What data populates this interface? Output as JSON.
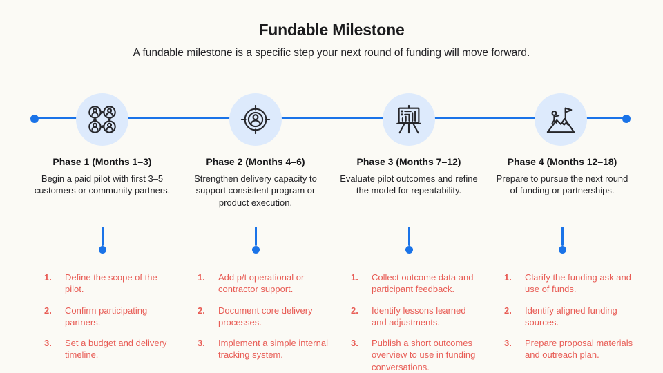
{
  "page": {
    "title": "Fundable Milestone",
    "subtitle": "A fundable milestone is a specific step your next round of funding will move forward."
  },
  "colors": {
    "background": "#fbfaf5",
    "accent_blue": "#1a73e8",
    "accent_red": "#e85c55",
    "icon_circle_bg": "#ddeafc",
    "text_dark": "#1d1d1f"
  },
  "timeline": {
    "icons": [
      "network-users-icon",
      "target-user-icon",
      "presentation-chart-icon",
      "mountain-flag-icon"
    ]
  },
  "phases": [
    {
      "heading": "Phase 1 (Months 1–3)",
      "description": "Begin a paid pilot with first 3–5 customers or community partners.",
      "steps": [
        {
          "num": "1.",
          "text": "Define the scope of the pilot."
        },
        {
          "num": "2.",
          "text": "Confirm participating partners."
        },
        {
          "num": "3.",
          "text": "Set a budget and delivery timeline."
        }
      ]
    },
    {
      "heading": "Phase 2 (Months 4–6)",
      "description": "Strengthen delivery capacity to support consistent program or product execution.",
      "steps": [
        {
          "num": "1.",
          "text": "Add p/t operational or contractor support."
        },
        {
          "num": "2.",
          "text": "Document core delivery processes."
        },
        {
          "num": "3.",
          "text": "Implement a simple internal tracking system."
        }
      ]
    },
    {
      "heading": "Phase 3 (Months 7–12)",
      "description": "Evaluate pilot outcomes and refine the model for repeatability.",
      "steps": [
        {
          "num": "1.",
          "text": "Collect outcome data and participant feedback."
        },
        {
          "num": "2.",
          "text": "Identify lessons learned and adjustments."
        },
        {
          "num": "3.",
          "text": "Publish a short outcomes overview to use in funding conversations."
        }
      ]
    },
    {
      "heading": "Phase 4 (Months 12–18)",
      "description": "Prepare to pursue the next round of funding or partnerships.",
      "steps": [
        {
          "num": "1.",
          "text": "Clarify the funding ask and use of funds."
        },
        {
          "num": "2.",
          "text": "Identify aligned funding sources."
        },
        {
          "num": "3.",
          "text": "Prepare proposal materials and outreach plan."
        }
      ]
    }
  ]
}
